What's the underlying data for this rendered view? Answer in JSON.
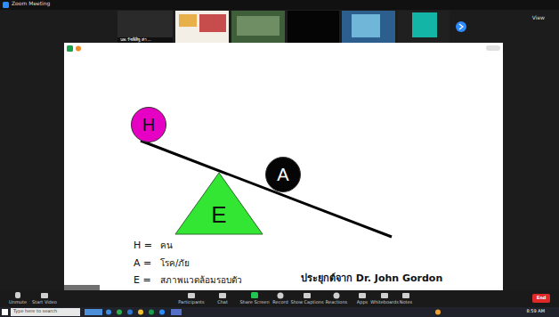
{
  "diagram": {
    "nodes": [
      {
        "text": [
          "H"
        ]
      },
      {
        "text": [
          "A"
        ]
      },
      {
        "text": [
          "E"
        ]
      }
    ],
    "labels": [
      "Zoom Meeting",
      "View",
      "นพ.รัชพิสิฐ ค่า...",
      "H =",
      "คน",
      "A =",
      "โรค/ภัย",
      "E =",
      "สภาพแวดล้อมรอบตัว",
      "ประยุกต์จาก Dr. John Gordon",
      "Unmute",
      "Start Video",
      "Participants",
      "Chat",
      "Share Screen",
      "Record",
      "Show Captions",
      "Reactions",
      "Apps",
      "Whiteboards",
      "Notes",
      "End",
      "Type here to search",
      "8:59 AM"
    ]
  }
}
